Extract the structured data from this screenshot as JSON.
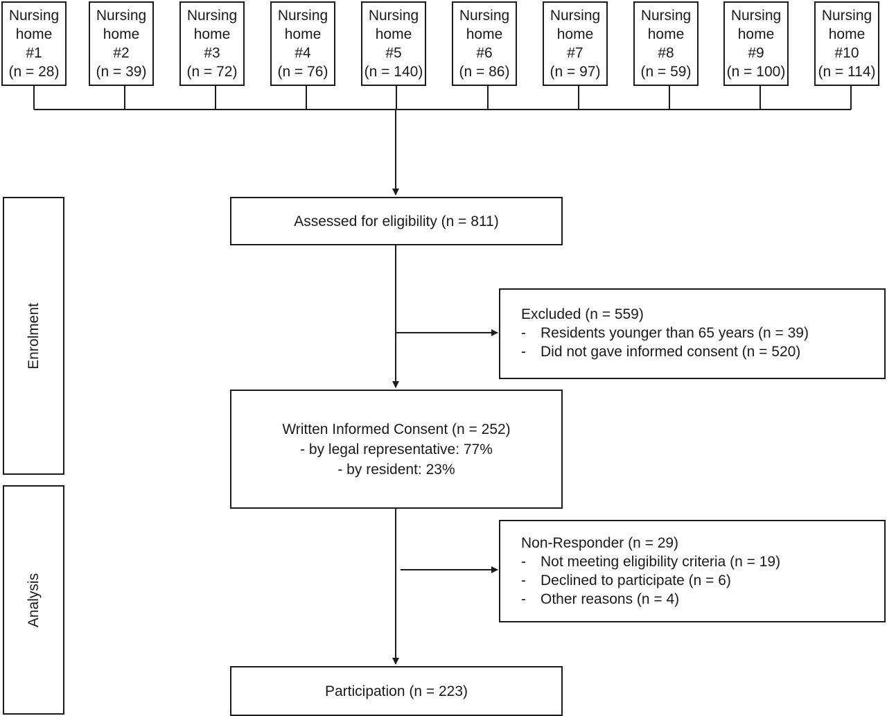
{
  "homes": [
    {
      "line1": "Nursing",
      "line2": "home",
      "num": "#1",
      "n": "(n = 28)"
    },
    {
      "line1": "Nursing",
      "line2": "home",
      "num": "#2",
      "n": "(n = 39)"
    },
    {
      "line1": "Nursing",
      "line2": "home",
      "num": "#3",
      "n": "(n = 72)"
    },
    {
      "line1": "Nursing",
      "line2": "home",
      "num": "#4",
      "n": "(n = 76)"
    },
    {
      "line1": "Nursing",
      "line2": "home",
      "num": "#5",
      "n": "(n = 140)"
    },
    {
      "line1": "Nursing",
      "line2": "home",
      "num": "#6",
      "n": "(n = 86)"
    },
    {
      "line1": "Nursing",
      "line2": "home",
      "num": "#7",
      "n": "(n = 97)"
    },
    {
      "line1": "Nursing",
      "line2": "home",
      "num": "#8",
      "n": "(n = 59)"
    },
    {
      "line1": "Nursing",
      "line2": "home",
      "num": "#9",
      "n": "(n = 100)"
    },
    {
      "line1": "Nursing",
      "line2": "home",
      "num": "#10",
      "n": "(n = 114)"
    }
  ],
  "stages": {
    "enrolment": "Enrolment",
    "analysis": "Analysis"
  },
  "assessed": "Assessed for eligibility (n = 811)",
  "excluded": {
    "title": "Excluded (n = 559)",
    "items": [
      "Residents younger than 65 years (n = 39)",
      "Did not gave informed consent (n = 520)"
    ]
  },
  "consent": {
    "title": "Written Informed Consent (n = 252)",
    "line2": "- by legal representative: 77%",
    "line3": "- by resident: 23%"
  },
  "nonresponder": {
    "title": "Non-Responder (n = 29)",
    "items": [
      "Not meeting eligibility criteria (n = 19)",
      "Declined to participate (n = 6)",
      "Other reasons (n = 4)"
    ]
  },
  "participation": "Participation (n = 223)",
  "dash": "-"
}
